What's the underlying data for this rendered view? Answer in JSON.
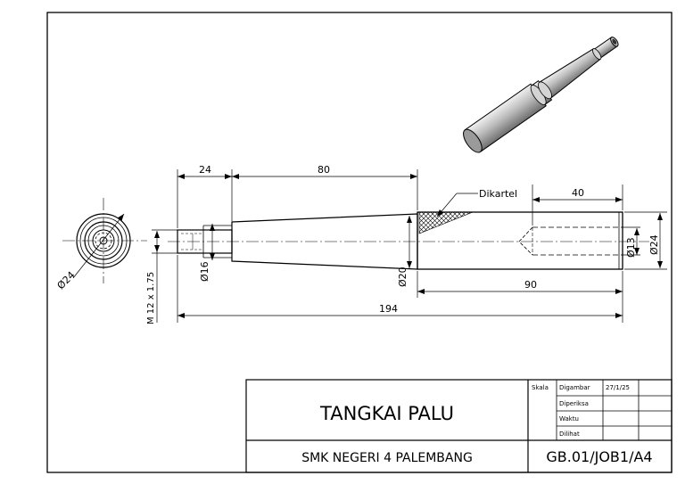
{
  "drawing": {
    "dims": {
      "d_24_top": "24",
      "d_80": "80",
      "d_40": "40",
      "d_90": "90",
      "d_194": "194",
      "dia_16": "Ø16",
      "dia_20": "Ø20",
      "dia_13": "Ø13",
      "dia_24_right": "Ø24",
      "dia_24_end": "Ø24",
      "thread": "M 12 x 1.75"
    },
    "callout": "Dikartel"
  },
  "title_block": {
    "title": "TANGKAI PALU",
    "school": "SMK NEGERI 4 PALEMBANG",
    "code": "GB.01/JOB1/A4",
    "skala_label": "Skala",
    "rows": [
      {
        "label": "Digambar",
        "value": "27/1/25"
      },
      {
        "label": "Diperiksa",
        "value": ""
      },
      {
        "label": "Waktu",
        "value": ""
      },
      {
        "label": "Dilihat",
        "value": ""
      }
    ]
  },
  "colors": {
    "line": "#000000",
    "hatch": "#000000",
    "iso_body": "#c8c8c8"
  }
}
